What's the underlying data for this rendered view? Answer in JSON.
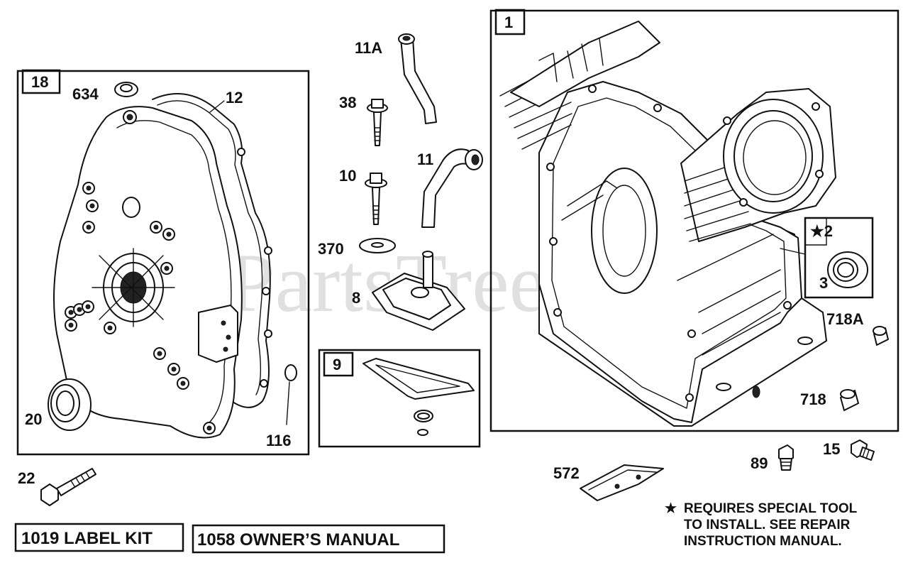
{
  "watermark": "PartsTree",
  "groups": [
    {
      "id": "18",
      "parts": [
        "634",
        "12",
        "20",
        "116"
      ]
    },
    {
      "id": "1",
      "parts": [
        "718A",
        "718"
      ]
    },
    {
      "id": "9",
      "parts": []
    },
    {
      "id": "★2",
      "parts": [
        "3"
      ]
    }
  ],
  "labels": {
    "p11a": "11A",
    "p38": "38",
    "p10": "10",
    "p11": "11",
    "p370": "370",
    "p8": "8",
    "p634": "634",
    "p12": "12",
    "p20": "20",
    "p116": "116",
    "p22": "22",
    "p718a": "718A",
    "p718": "718",
    "p3": "3",
    "p89": "89",
    "p15": "15",
    "p572": "572"
  },
  "kits": {
    "label_kit": "1019 LABEL KIT",
    "owners_manual": "1058 OWNER’S MANUAL"
  },
  "note": {
    "symbol": "★",
    "line1": "REQUIRES SPECIAL TOOL",
    "line2": "TO INSTALL.  SEE REPAIR",
    "line3": "INSTRUCTION MANUAL."
  }
}
